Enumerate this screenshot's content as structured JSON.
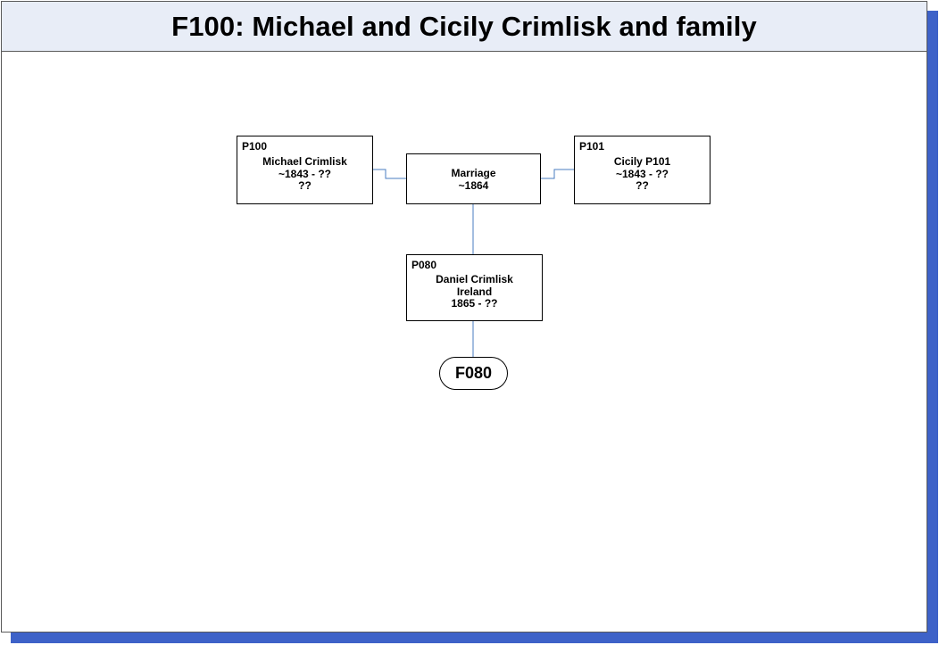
{
  "title": "F100: Michael and Cicily Crimlisk and family",
  "colors": {
    "shadow": "#3e62c8",
    "header_bg": "#e8edf7",
    "connector": "#4a7cc0"
  },
  "persons": [
    {
      "id": "P100",
      "name": "Michael Crimlisk",
      "dates": "~1843 - ??",
      "place": "??"
    },
    {
      "id": "P101",
      "name": "Cicily P101",
      "dates": "~1843 - ??",
      "place": "??"
    },
    {
      "id": "P080",
      "name": "Daniel Crimlisk",
      "place": "Ireland",
      "dates": "1865 - ??"
    }
  ],
  "marriage": {
    "label": "Marriage",
    "date": "~1864"
  },
  "family_link": {
    "label": "F080"
  }
}
